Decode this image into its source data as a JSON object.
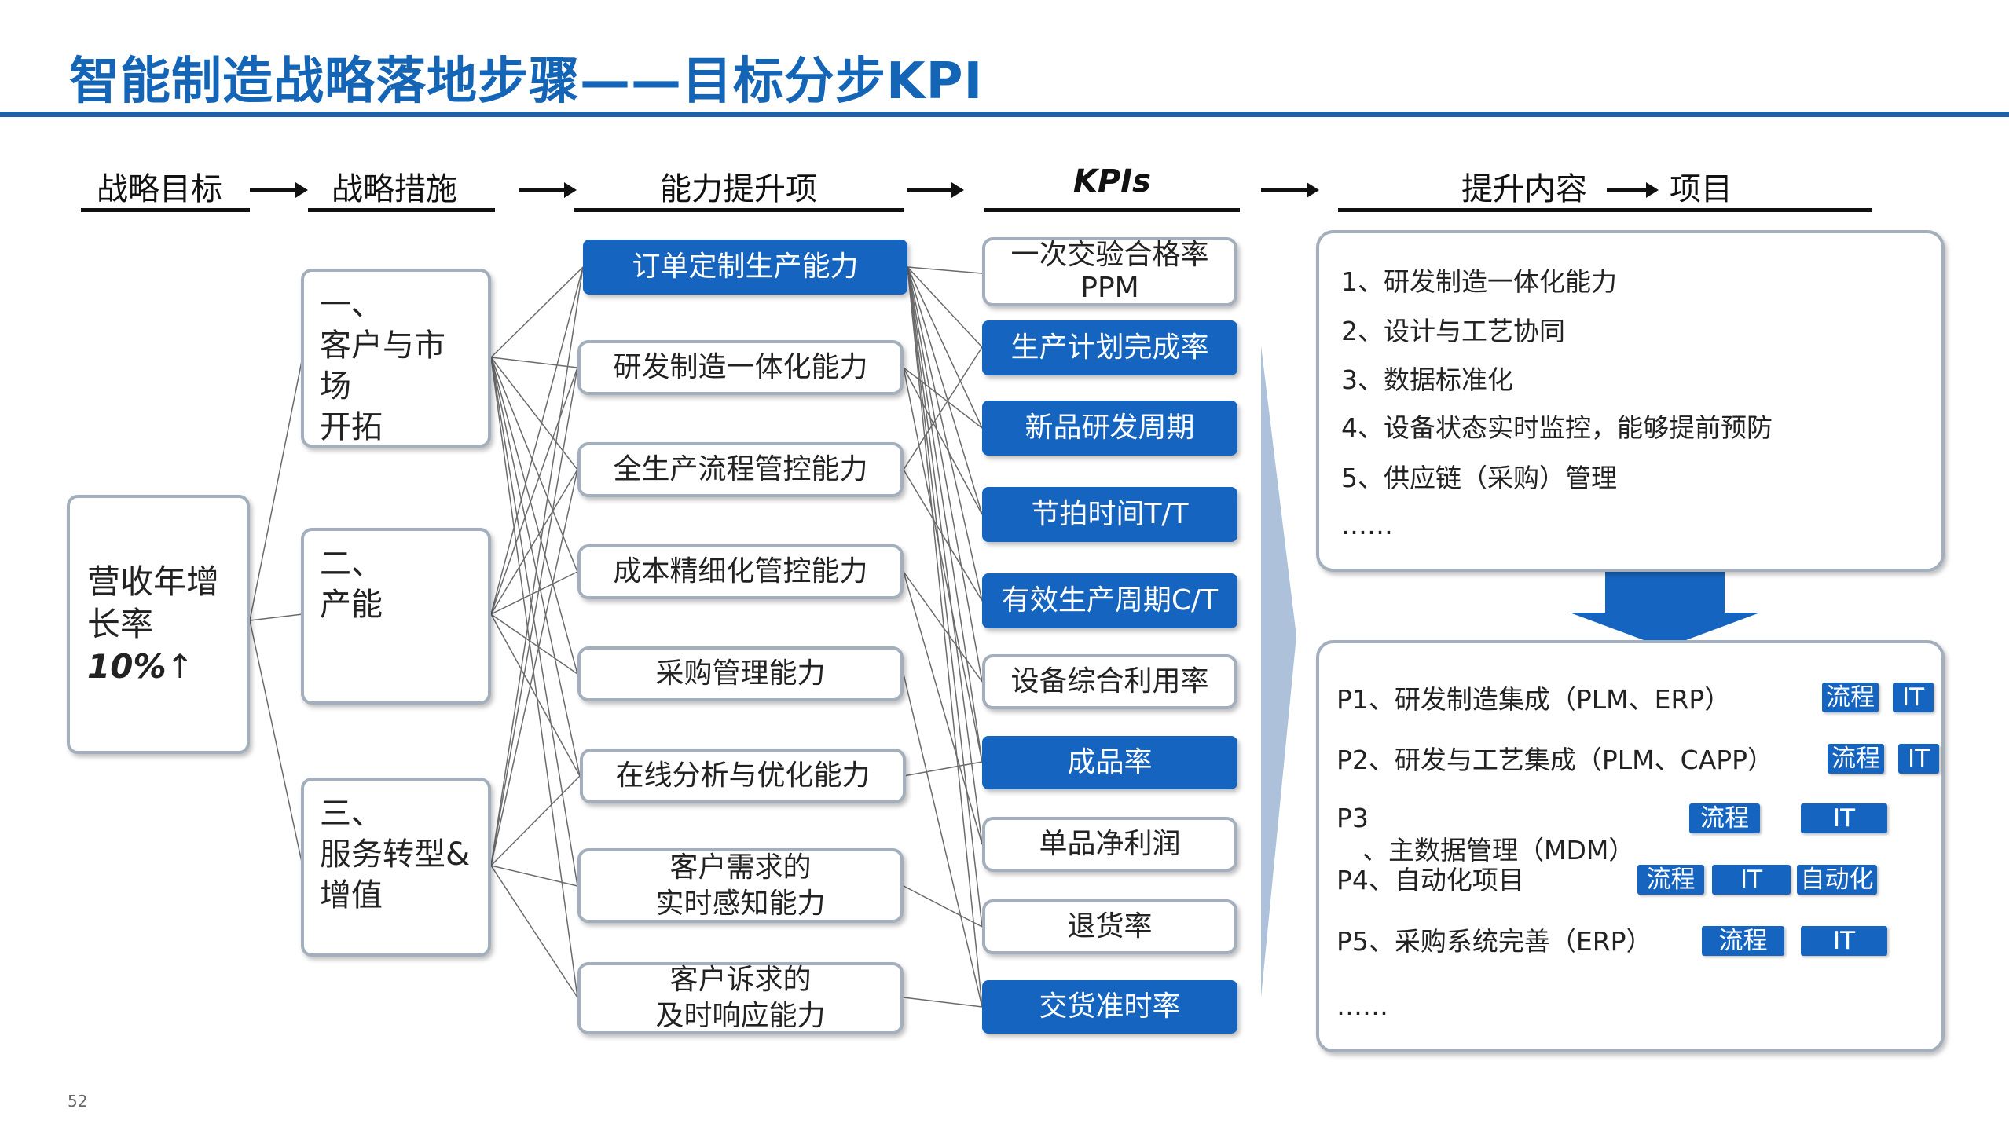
{
  "title": "智能制造战略落地步骤——目标分步KPI",
  "headers": {
    "goal": "战略目标",
    "measure": "战略措施",
    "capability": "能力提升项",
    "kpis": "KPIs",
    "content": "提升内容",
    "project": "项目"
  },
  "goal": {
    "line1": "营收年增",
    "line2_prefix": "长率",
    "line2_value": "10%",
    "line2_suffix": "↑"
  },
  "measures": [
    {
      "line1": "一、",
      "line2": "客户与市场",
      "line3": "开拓"
    },
    {
      "line1": "二、",
      "line2": "产能",
      "line3": ""
    },
    {
      "line1": "三、",
      "line2": "服务转型&",
      "line3": "增值"
    }
  ],
  "capabilities": [
    {
      "line1": "订单定制生产能力",
      "line2": ""
    },
    {
      "line1": "研发制造一体化能力",
      "line2": ""
    },
    {
      "line1": "全生产流程管控能力",
      "line2": ""
    },
    {
      "line1": "成本精细化管控能力",
      "line2": ""
    },
    {
      "line1": "采购管理能力",
      "line2": ""
    },
    {
      "line1": "在线分析与优化能力",
      "line2": ""
    },
    {
      "line1": "客户需求的",
      "line2": "实时感知能力"
    },
    {
      "line1": "客户诉求的",
      "line2": "及时响应能力"
    }
  ],
  "kpis": [
    {
      "line1": "一次交验合格率",
      "line2": "PPM"
    },
    {
      "line1": "生产计划完成率",
      "line2": ""
    },
    {
      "line1": "新品研发周期",
      "line2": ""
    },
    {
      "line1": "节拍时间T/T",
      "line2": ""
    },
    {
      "line1": "有效生产周期C/T",
      "line2": ""
    },
    {
      "line1": "设备综合利用率",
      "line2": ""
    },
    {
      "line1": "成品率",
      "line2": ""
    },
    {
      "line1": "单品净利润",
      "line2": ""
    },
    {
      "line1": "退货率",
      "line2": ""
    },
    {
      "line1": "交货准时率",
      "line2": ""
    }
  ],
  "content_list": [
    "1、研发制造一体化能力",
    "2、设计与工艺协同",
    "3、数据标准化",
    "4、设备状态实时监控，能够提前预防",
    "5、供应链（采购）管理",
    "……"
  ],
  "projects": {
    "p1": "P1、研发制造集成（PLM、ERP）",
    "p2": "P2、研发与工艺集成（PLM、CAPP）",
    "p3a": "P3",
    "p3b": "、主数据管理（MDM）",
    "p4": "P4、自动化项目",
    "p5": "P5、采购系统完善（ERP）",
    "more": "……"
  },
  "tags": {
    "process": "流程",
    "it": "IT",
    "automation": "自动化"
  },
  "page_number": "52",
  "colors": {
    "accent": "#1565c0",
    "title": "#1565b7",
    "border": "#a3afbd"
  }
}
